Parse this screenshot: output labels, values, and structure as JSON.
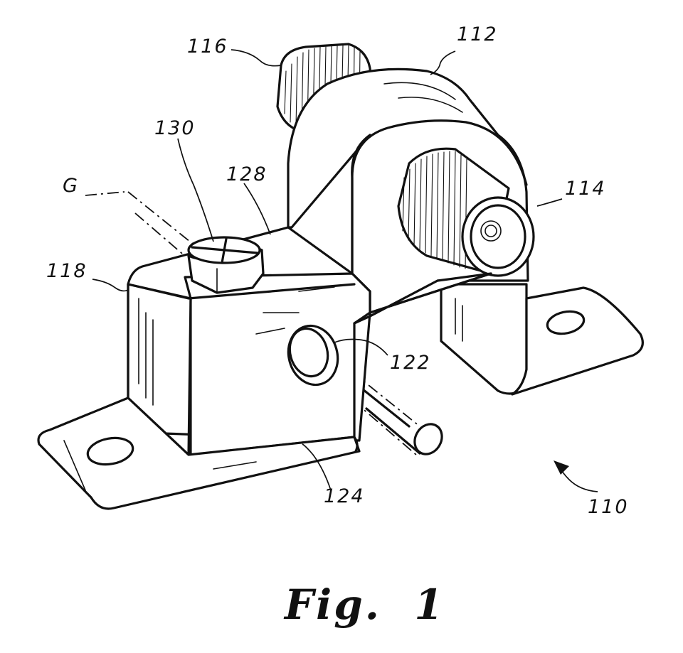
{
  "figure": {
    "caption": "Fig.  1",
    "labels": {
      "l116": "116",
      "l112": "112",
      "l130": "130",
      "l128": "128",
      "lG": "G",
      "l114": "114",
      "l118": "118",
      "l122": "122",
      "l124": "124",
      "l110": "110"
    }
  }
}
